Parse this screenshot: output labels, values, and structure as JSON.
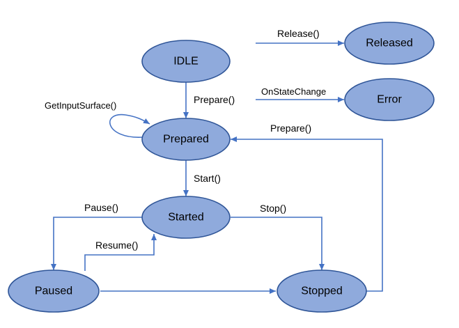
{
  "colors": {
    "node_fill": "#8faadc",
    "node_stroke": "#2f5597",
    "edge": "#4472c4",
    "text": "#000000",
    "background": "#ffffff"
  },
  "nodes": {
    "idle": "IDLE",
    "released": "Released",
    "error": "Error",
    "prepared": "Prepared",
    "started": "Started",
    "paused": "Paused",
    "stopped": "Stopped"
  },
  "edges": {
    "release": "Release()",
    "on_state_change": "OnStateChange",
    "prepare": "Prepare()",
    "get_input_surface": "GetInputSurface()",
    "prepare_from_stopped": "Prepare()",
    "start": "Start()",
    "pause": "Pause()",
    "resume": "Resume()",
    "stop": "Stop()"
  }
}
